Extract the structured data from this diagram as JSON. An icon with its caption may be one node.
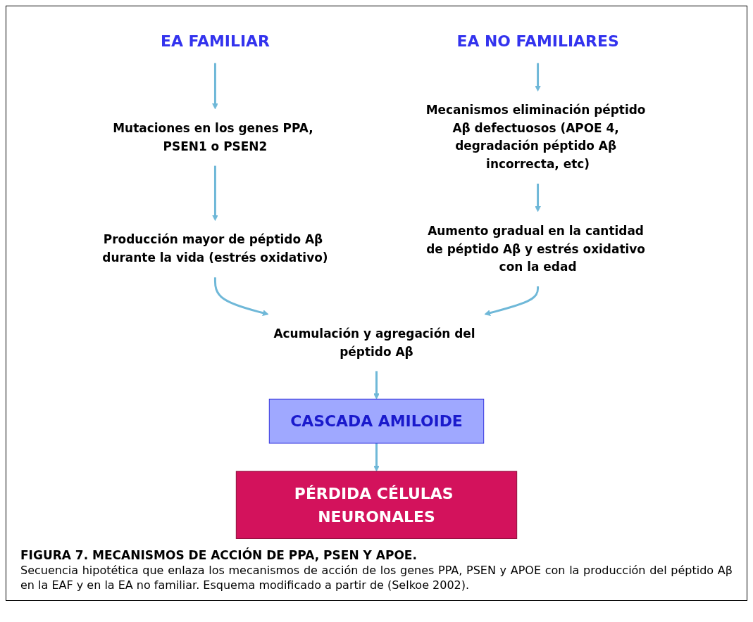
{
  "diagram": {
    "caption": "FIGURA 7. MECANISMOS DE ACCIÓN DE PPA, PSEN Y APOE.",
    "nodes": [
      {
        "text": [
          "EA FAMILIAR"
        ]
      },
      {
        "text": [
          "EA NO FAMILIARES"
        ]
      },
      {
        "text": [
          "Mutaciones en los genes PPA, PSEN1 o PSEN2"
        ]
      },
      {
        "text": [
          "Mecanismos eliminación péptido Aβ defectuosos (APOE 4, degradación péptido Aβ incorrecta, etc)"
        ]
      },
      {
        "text": [
          "Producción mayor de péptido Aβ durante la vida (estrés oxidativo)"
        ]
      },
      {
        "text": [
          "Aumento gradual en la cantidad de péptido Aβ y estrés oxidativo con la edad"
        ]
      },
      {
        "text": [
          "Acumulación y agregación del péptido Aβ"
        ]
      },
      {
        "text": [
          "CASCADA AMILOIDE"
        ]
      },
      {
        "text": [
          "PÉRDIDA CÉLULAS NEURONALES"
        ]
      }
    ],
    "edges": [
      {
        "from": 0,
        "to": 2,
        "arrow": "to"
      },
      {
        "from": 2,
        "to": 4,
        "arrow": "to"
      },
      {
        "from": 4,
        "to": 6,
        "arrow": "to"
      },
      {
        "from": 1,
        "to": 3,
        "arrow": "to"
      },
      {
        "from": 3,
        "to": 5,
        "arrow": "to"
      },
      {
        "from": 5,
        "to": 6,
        "arrow": "to"
      },
      {
        "from": 6,
        "to": 7,
        "arrow": "to"
      },
      {
        "from": 7,
        "to": 8,
        "arrow": "to"
      }
    ],
    "labels": [
      "Secuencia hipotética que enlaza los mecanismos de acción de los genes PPA, PSEN y APOE con la producción del péptido Aβ en la EAF y en la EA no familiar. Esquema modificado a partir de (Selkoe 2002)."
    ]
  }
}
